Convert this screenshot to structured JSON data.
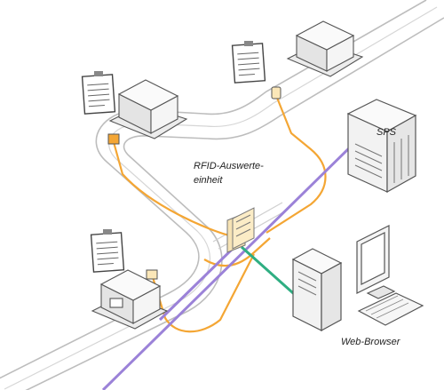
{
  "labels": {
    "rfid_line1": "RFID-Auswerte-",
    "rfid_line2": "einheit",
    "sps": "SPS",
    "web_browser": "Web-Browser"
  },
  "colors": {
    "orange": "#f4a634",
    "purple": "#9b82d8",
    "green": "#2fae82",
    "track": "#bdbdbd",
    "machine": "#f5f5f5",
    "outline": "#555555"
  }
}
